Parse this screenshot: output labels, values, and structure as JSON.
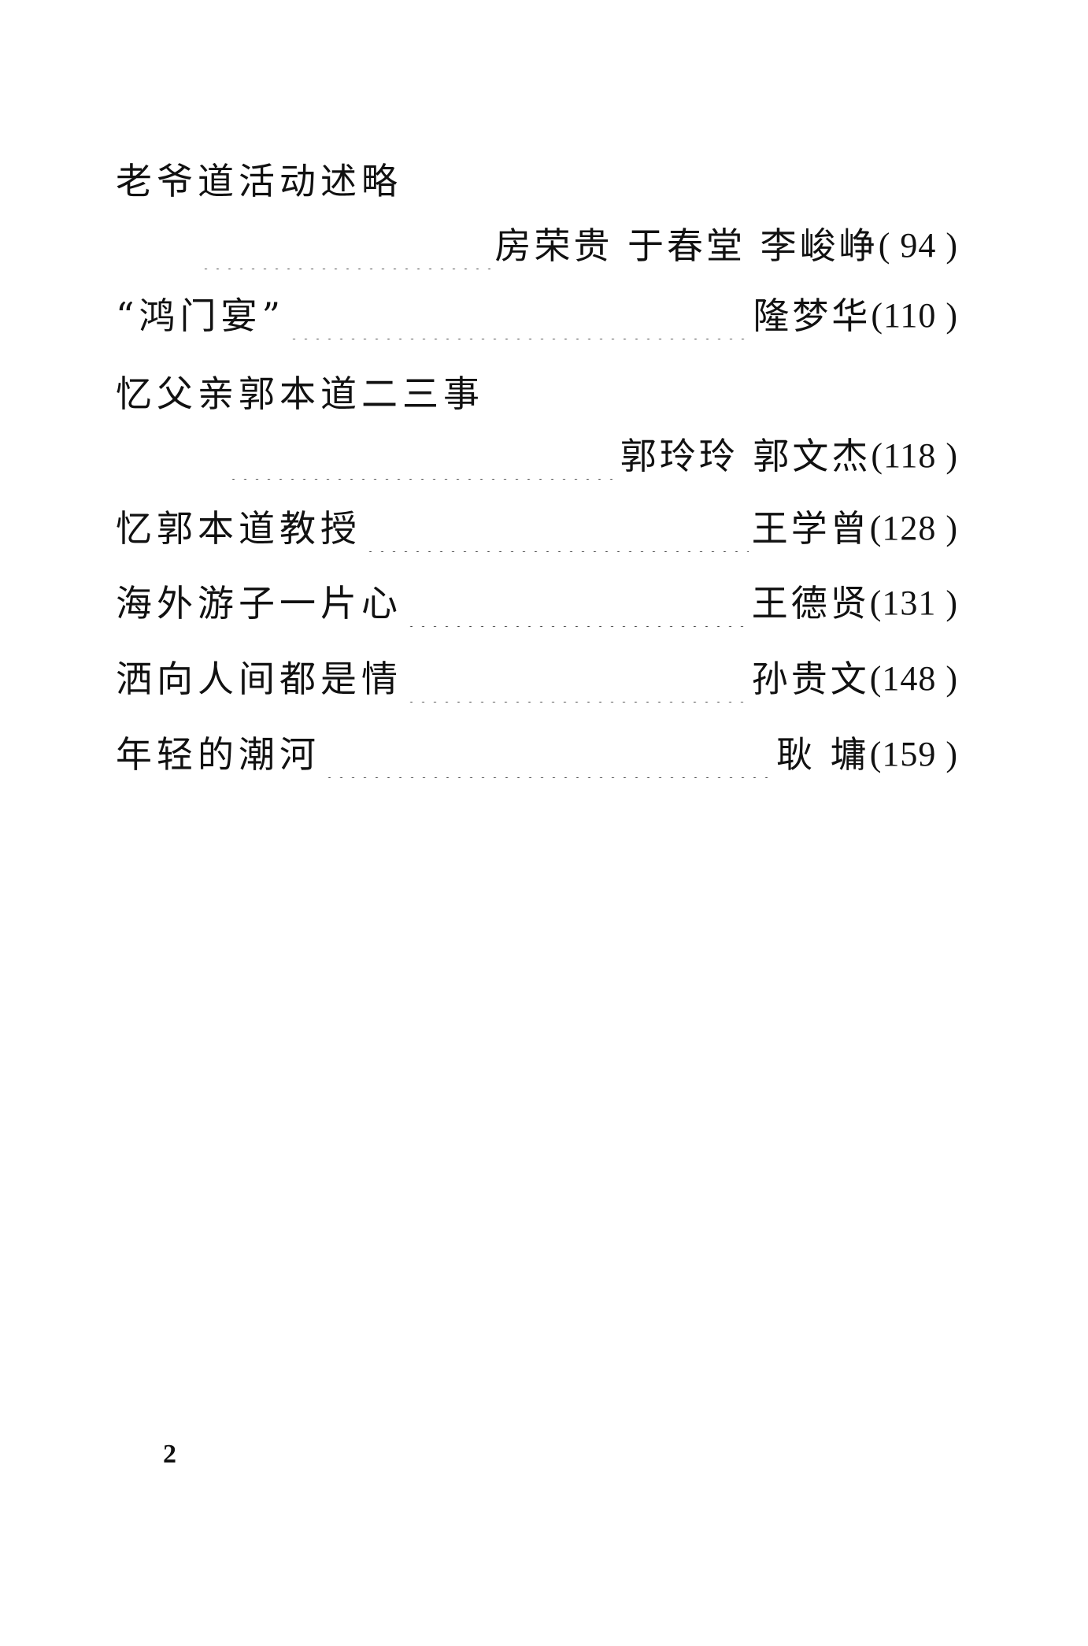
{
  "toc": [
    {
      "title": "老爷道活动述略",
      "author": "房荣贵  于春堂  李峻峥",
      "page": "( 94 )"
    },
    {
      "title": "“鸿门宴”",
      "author": "隆梦华",
      "page": "(110 )"
    },
    {
      "title": "忆父亲郭本道二三事",
      "author": "郭玲玲  郭文杰",
      "page": "(118 )"
    },
    {
      "title": "忆郭本道教授",
      "author": "王学曾",
      "page": "(128 )"
    },
    {
      "title": "海外游子一片心",
      "author": "王德贤",
      "page": "(131 )"
    },
    {
      "title": "洒向人间都是情",
      "author": "孙贵文",
      "page": "(148 )"
    },
    {
      "title": "年轻的潮河",
      "author": "耿  墉",
      "page": "(159 )"
    }
  ],
  "page_number": "2"
}
